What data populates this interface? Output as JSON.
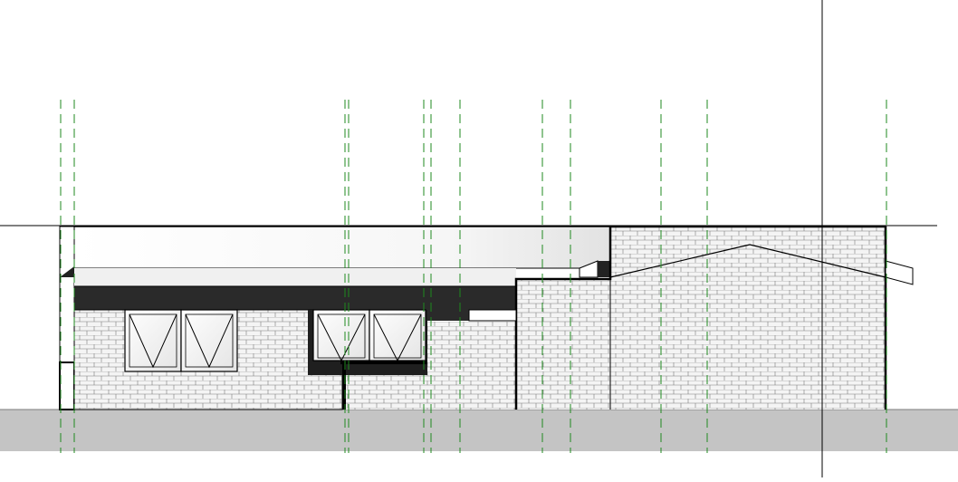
{
  "view": {
    "kind": "elevation-drawing",
    "background": "#ffffff",
    "ground_color": "#c4c4c4",
    "grid_line_color": "#1f8a1f",
    "line_color": "#000000",
    "brick_fill": "#f2f2f2"
  },
  "elements": {
    "ground": "ground-slab",
    "grid_lines": "grid-lines",
    "brick_walls": "brick-walls",
    "roof": "roof-fascia",
    "windows": "windows",
    "level_line": "level-line",
    "section_line": "section-line"
  }
}
